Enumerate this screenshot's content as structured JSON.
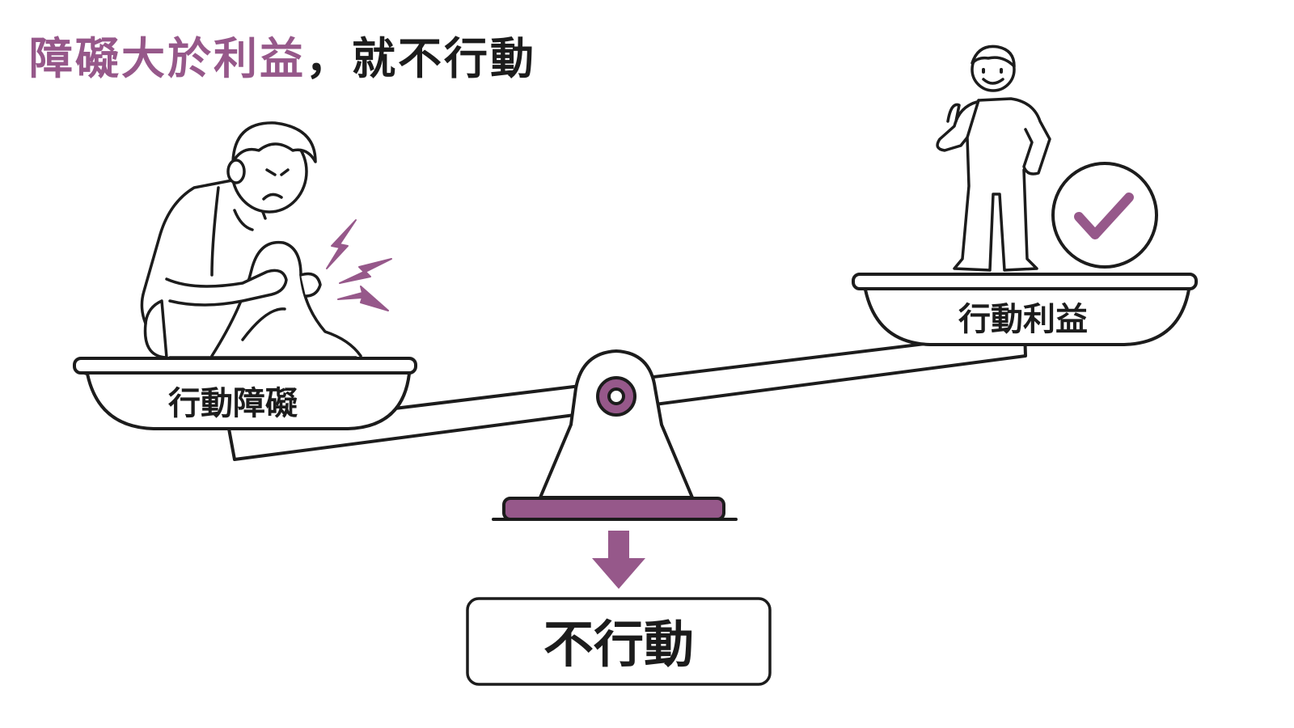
{
  "title": {
    "highlight": "障礙大於利益",
    "rest": "，就不行動"
  },
  "left_pan": {
    "label": "行動障礙"
  },
  "right_pan": {
    "label": "行動利益"
  },
  "result": {
    "label": "不行動"
  },
  "colors": {
    "accent": "#96588a",
    "ink": "#1c1c1c",
    "background": "#ffffff"
  },
  "icons": [
    "pain-person",
    "thumbs-up-person",
    "checkmark-circle-icon",
    "pain-spark-icon",
    "down-arrow-icon",
    "seesaw-fulcrum"
  ]
}
